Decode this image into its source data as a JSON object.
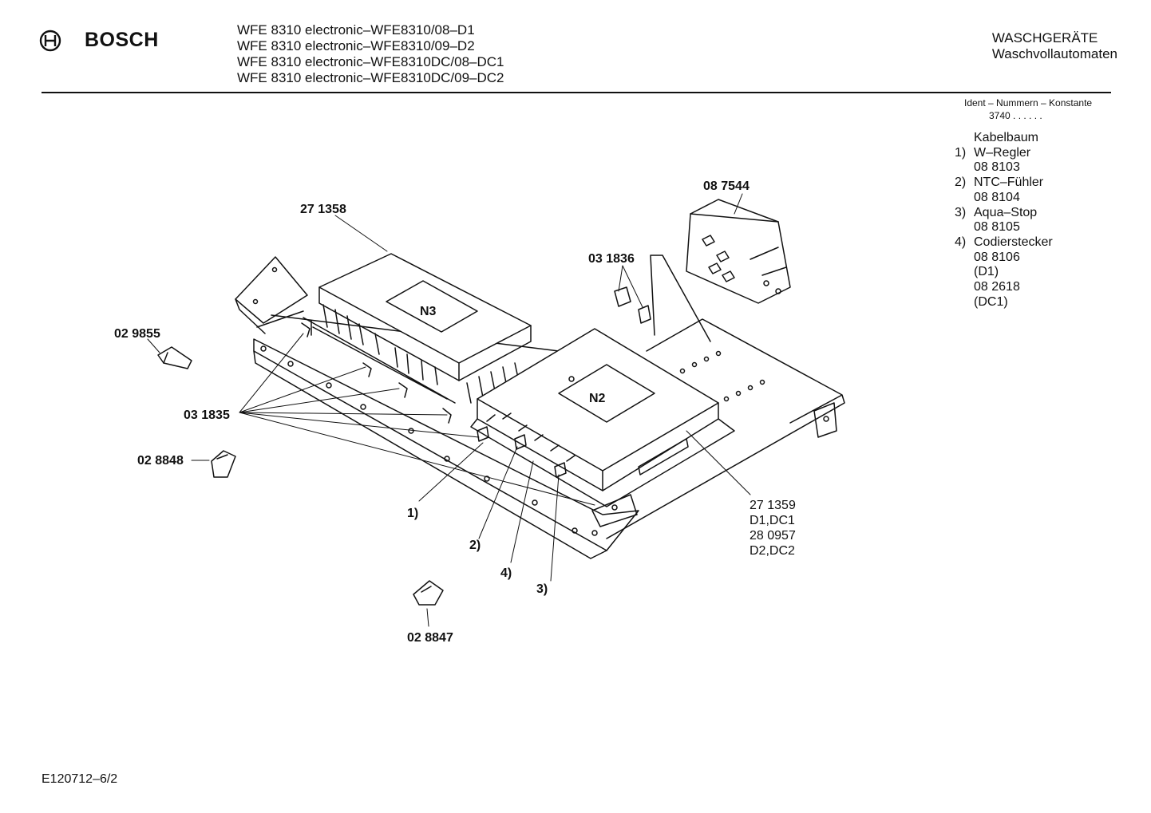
{
  "header": {
    "brand": "BOSCH",
    "models": [
      "WFE 8310 electronic–WFE8310/08–D1",
      "WFE 8310 electronic–WFE8310/09–D2",
      "WFE 8310 electronic–WFE8310DC/08–DC1",
      "WFE 8310 electronic–WFE8310DC/09–DC2"
    ],
    "category": "WASCHGERÄTE",
    "subcategory": "Waschvollautomaten"
  },
  "ident": {
    "label": "Ident – Nummern – Konstante",
    "constant": "3740 . . . . . ."
  },
  "legend": {
    "title": "Kabelbaum",
    "items": [
      {
        "num": "1)",
        "name": "W–Regler",
        "part": "08 8103"
      },
      {
        "num": "2)",
        "name": "NTC–Fühler",
        "part": "08 8104"
      },
      {
        "num": "3)",
        "name": "Aqua–Stop",
        "part": "08 8105"
      },
      {
        "num": "4)",
        "name": "Codierstecker",
        "part": "08 8106",
        "extra": [
          "(D1)",
          "08 2618",
          "(DC1)"
        ]
      }
    ]
  },
  "diagram": {
    "parts": {
      "p271358": "27 1358",
      "p087544": "08 7544",
      "p031836": "03 1836",
      "p029855": "02 9855",
      "p031835": "03 1835",
      "p028848": "02 8848",
      "p028847": "02 8847"
    },
    "modules": {
      "n3": "N3",
      "n2": "N2"
    },
    "callouts": {
      "c1": "1)",
      "c2": "2)",
      "c3": "3)",
      "c4": "4)"
    },
    "pcb_note": [
      "27 1359",
      "D1,DC1",
      "28 0957",
      "D2,DC2"
    ]
  },
  "footer": {
    "code": "E120712–6/2"
  }
}
